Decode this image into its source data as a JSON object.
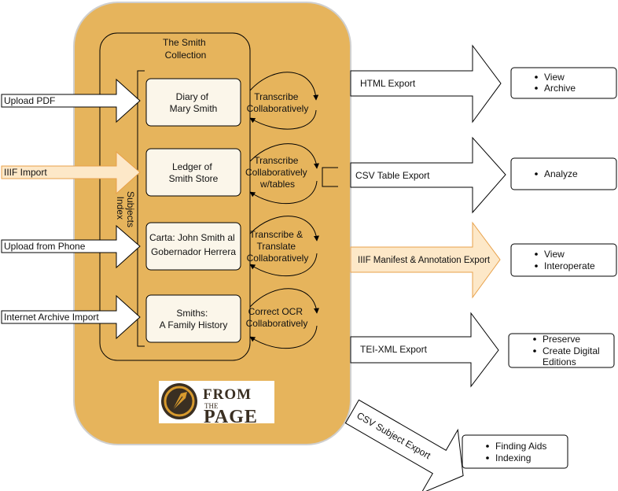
{
  "collection": {
    "title_lines": [
      "The Smith",
      "Collection"
    ],
    "index_subjects_lines": [
      "Index",
      "Subjects"
    ]
  },
  "documents": [
    {
      "lines": [
        "Diary of",
        "Mary Smith"
      ]
    },
    {
      "lines": [
        "Ledger of",
        "Smith Store"
      ]
    },
    {
      "lines": [
        "Carta:  John Smith al",
        "Gobernador Herrera"
      ]
    },
    {
      "lines": [
        "Smiths:",
        "A Family History"
      ]
    }
  ],
  "tasks": [
    {
      "lines": [
        "Transcribe",
        "Collaboratively"
      ]
    },
    {
      "lines": [
        "Transcribe",
        "Collaboratively",
        "w/tables"
      ]
    },
    {
      "lines": [
        "Transcribe &",
        "Translate",
        "Collaboratively"
      ]
    },
    {
      "lines": [
        "Correct OCR",
        "Collaboratively"
      ]
    }
  ],
  "inputs": [
    {
      "label": "Upload PDF",
      "highlight": false
    },
    {
      "label": "IIIF Import",
      "highlight": true
    },
    {
      "label": "Upload from Phone",
      "highlight": false
    },
    {
      "label": "Internet Archive Import",
      "highlight": false
    }
  ],
  "exports": [
    {
      "label": "HTML Export",
      "highlight": false,
      "uses": [
        "View",
        "Archive"
      ]
    },
    {
      "label": "CSV Table Export",
      "highlight": false,
      "uses": [
        "Analyze"
      ]
    },
    {
      "label": "IIIF Manifest & Annotation Export",
      "highlight": true,
      "uses": [
        "View",
        "Interoperate"
      ]
    },
    {
      "label": "TEI-XML Export",
      "highlight": false,
      "uses": [
        "Preserve",
        "Create Digital",
        "Editions"
      ]
    },
    {
      "label": "CSV Subject Export",
      "highlight": false,
      "uses": [
        "Finding Aids",
        "Indexing"
      ]
    }
  ],
  "logo": {
    "lines": [
      "FROM",
      "THE",
      "PAGE"
    ]
  },
  "colors": {
    "panel": "#e6b45c",
    "panel_border": "#c9c9c9",
    "doc_fill": "#fbf6ea",
    "highlight_fill": "#fde8c8",
    "highlight_stroke": "#e8a14a",
    "logo_dark": "#3a2f22",
    "logo_accent": "#d79a2e"
  }
}
